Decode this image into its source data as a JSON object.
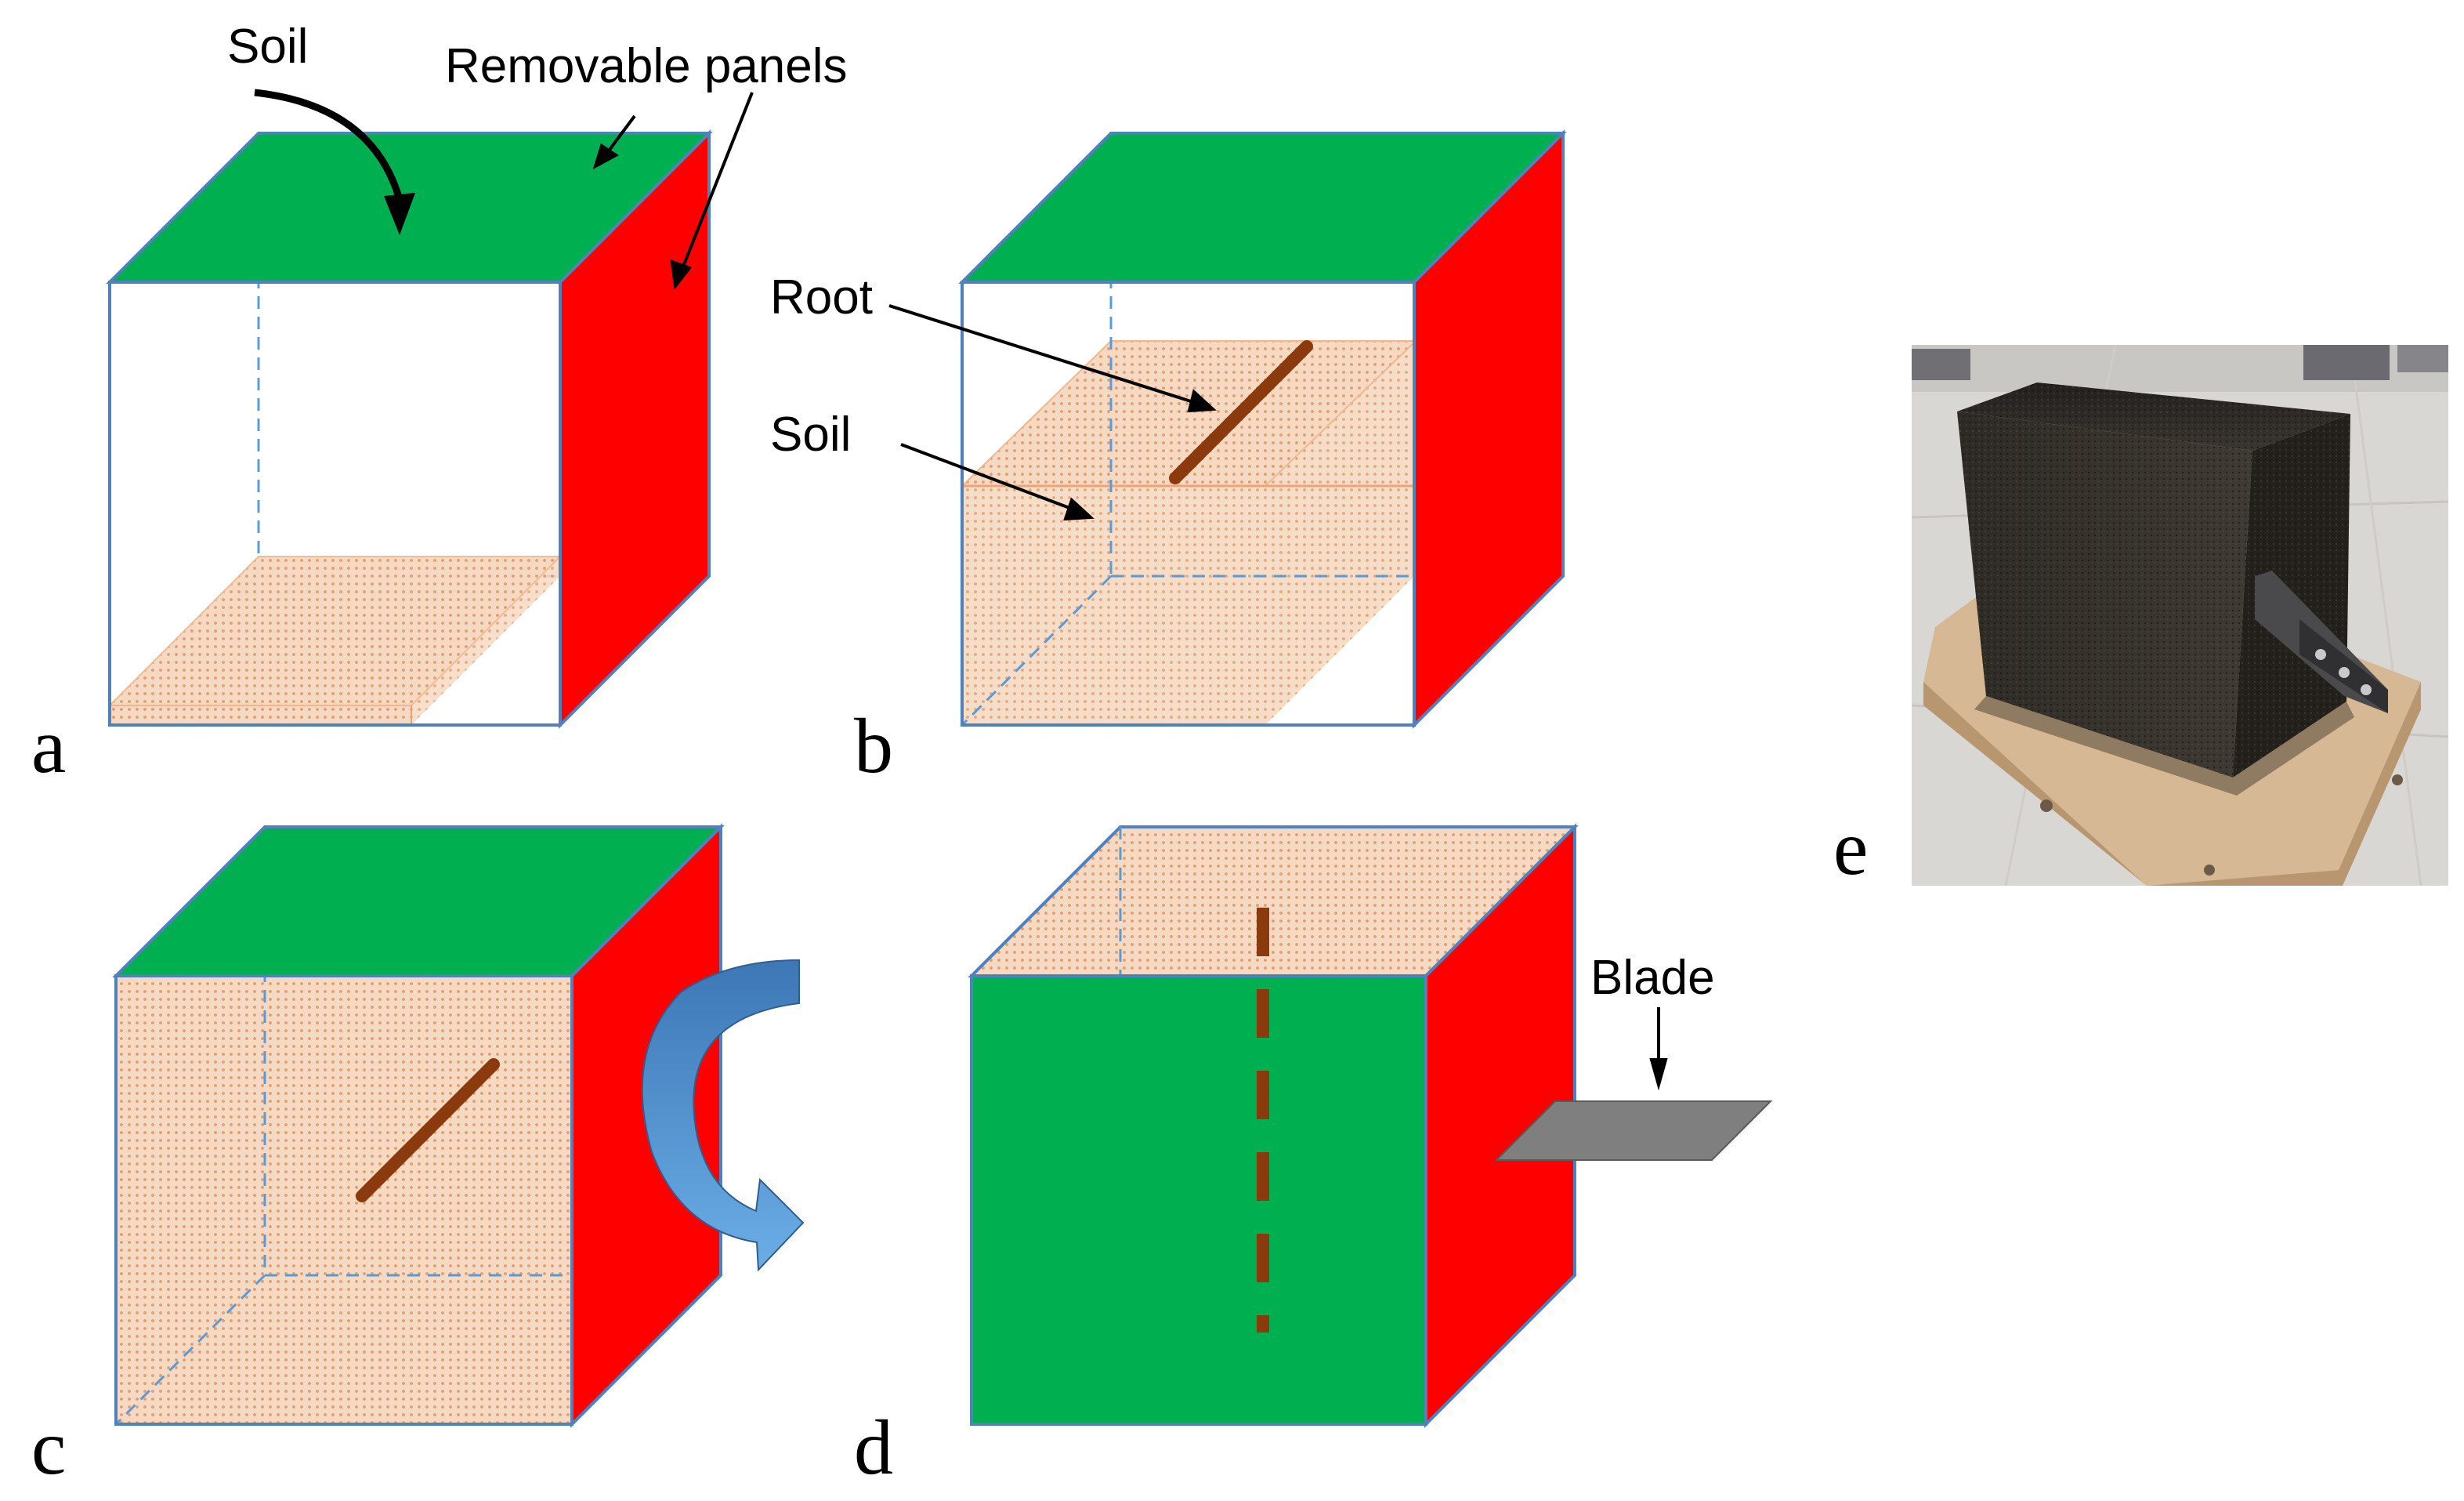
{
  "panels": {
    "a": {
      "letter": "a",
      "soil_label": "Soil",
      "panels_label": "Removable panels"
    },
    "b": {
      "letter": "b",
      "root_label": "Root",
      "soil_label": "Soil"
    },
    "c": {
      "letter": "c"
    },
    "d": {
      "letter": "d",
      "blade_label": "Blade"
    },
    "e": {
      "letter": "e"
    }
  },
  "colors": {
    "panel_top": "#00B050",
    "panel_side": "#FF0000",
    "soil_fill": "#F5D9C2",
    "soil_dots": "#E69C6A",
    "root": "#8B3A0E",
    "edge": "#4F81BD",
    "blade": "#7F7F7F",
    "rotate_arrow": "#4A8CCB"
  },
  "icons": {
    "rotate_arrow": "curved-rotate-arrow-icon",
    "photo": "soil-block-photo"
  }
}
